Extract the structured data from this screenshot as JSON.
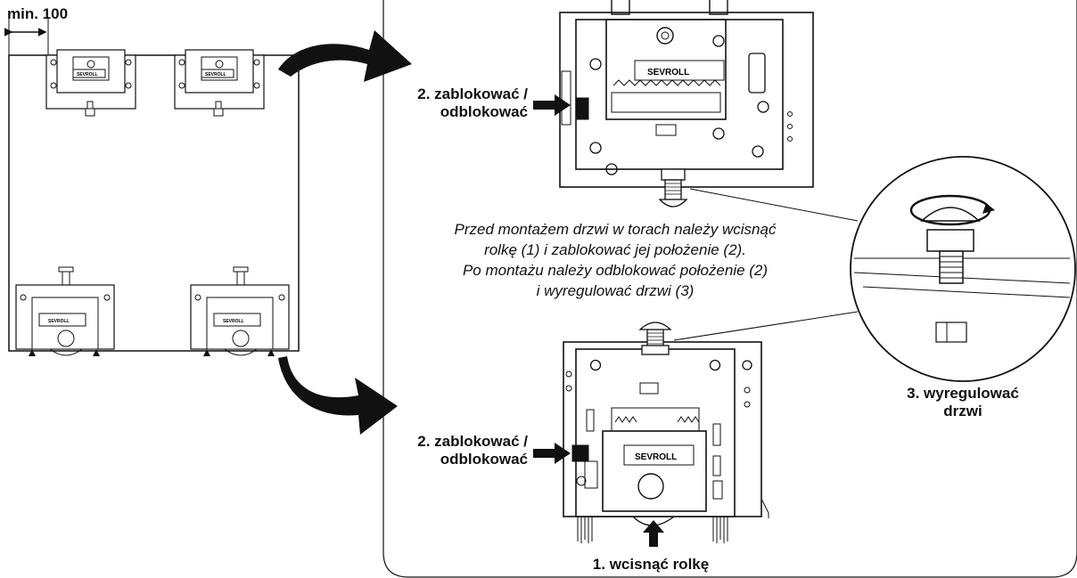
{
  "labels": {
    "min_distance": "min. 100",
    "lock_unlock_top": [
      "2. zablokować /",
      "odblokować"
    ],
    "lock_unlock_bottom": [
      "2. zablokować /",
      "odblokować"
    ],
    "adjust_door": [
      "3. wyregulować",
      "drzwi"
    ],
    "press_roller": "1. wcisnąć rolkę"
  },
  "instruction": [
    "Przed montażem drzwi w torach należy wcisnąć",
    "rolkę (1) i zablokować jej położenie (2).",
    "Po montażu należy odblokować położenie (2)",
    "i wyregulować drzwi (3)"
  ],
  "brand": "SEVROLL",
  "colors": {
    "line": "#111111",
    "fill": "#ffffff",
    "accent": "#111111"
  }
}
